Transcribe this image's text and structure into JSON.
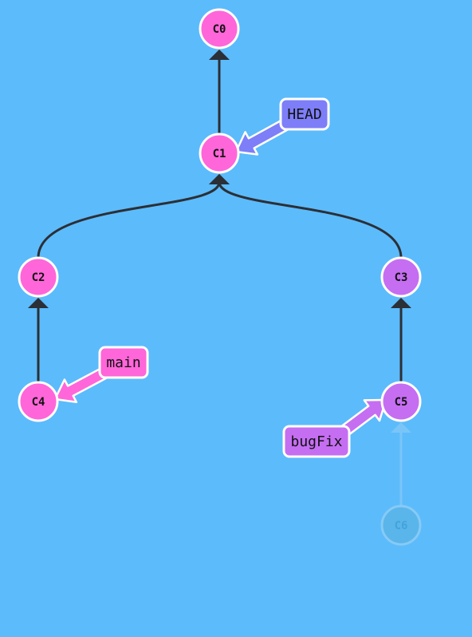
{
  "colors": {
    "background": "#5cbbfb",
    "main_branch": "#ff66d9",
    "bugfix_branch": "#c56ef2",
    "head": "#7d7ef8",
    "edge": "#2b2f36",
    "ghost": "#5ab4e8",
    "node_stroke": "#ffffff"
  },
  "commits": [
    {
      "id": "C0",
      "label": "C0",
      "color": "#ff66d9"
    },
    {
      "id": "C1",
      "label": "C1",
      "color": "#ff66d9"
    },
    {
      "id": "C2",
      "label": "C2",
      "color": "#ff66d9"
    },
    {
      "id": "C3",
      "label": "C3",
      "color": "#c56ef2"
    },
    {
      "id": "C4",
      "label": "C4",
      "color": "#ff66d9"
    },
    {
      "id": "C5",
      "label": "C5",
      "color": "#c56ef2"
    },
    {
      "id": "C6",
      "label": "C6",
      "color": "#5ab4e8",
      "ghost": true
    }
  ],
  "edges": [
    {
      "from": "C1",
      "to": "C0"
    },
    {
      "from": "C2",
      "to": "C1"
    },
    {
      "from": "C3",
      "to": "C1"
    },
    {
      "from": "C4",
      "to": "C2"
    },
    {
      "from": "C5",
      "to": "C3"
    },
    {
      "from": "C6",
      "to": "C5",
      "ghost": true
    }
  ],
  "refs": [
    {
      "id": "head",
      "label": "HEAD",
      "target": "C1",
      "color": "#7d7ef8"
    },
    {
      "id": "main",
      "label": "main",
      "target": "C4",
      "color": "#ff66d9"
    },
    {
      "id": "bugfix",
      "label": "bugFix",
      "target": "C5",
      "color": "#c56ef2"
    }
  ]
}
